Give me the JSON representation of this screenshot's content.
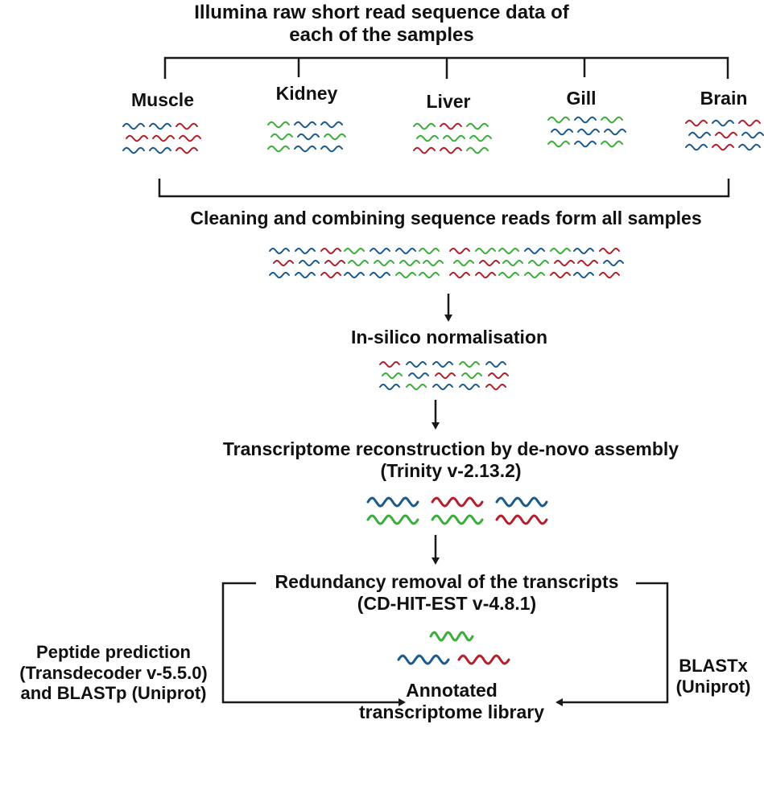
{
  "header": {
    "line1": "Illumina raw short read sequence data of",
    "line2": "each of the samples"
  },
  "samples": [
    {
      "label": "Muscle",
      "colors": [
        "blue",
        "blue",
        "red",
        "red",
        "red",
        "red",
        "blue",
        "blue",
        "red"
      ]
    },
    {
      "label": "Kidney",
      "colors": [
        "green",
        "blue",
        "blue",
        "green",
        "blue",
        "green",
        "green",
        "blue",
        "blue"
      ]
    },
    {
      "label": "Liver",
      "colors": [
        "green",
        "red",
        "green",
        "green",
        "green",
        "green",
        "red",
        "red",
        "green"
      ]
    },
    {
      "label": "Gill",
      "colors": [
        "green",
        "blue",
        "green",
        "blue",
        "blue",
        "blue",
        "green",
        "blue",
        "green"
      ]
    },
    {
      "label": "Brain",
      "colors": [
        "red",
        "blue",
        "red",
        "blue",
        "red",
        "blue",
        "blue",
        "red",
        "blue"
      ]
    }
  ],
  "steps": {
    "combine": "Cleaning  and combining sequence reads form all samples",
    "normalise": "In-silico normalisation",
    "assembly_line1": "Transcriptome reconstruction by de-novo assembly",
    "assembly_line2": "(Trinity v-2.13.2)",
    "redundancy_line1": "Redundancy removal of the transcripts",
    "redundancy_line2": "(CD-HIT-EST v-4.8.1)",
    "result_line1": "Annotated",
    "result_line2": "transcriptome library"
  },
  "side_left": {
    "line1": "Peptide prediction",
    "line2": "(Transdecoder v-5.5.0)",
    "line3": "and BLASTp (Uniprot)"
  },
  "side_right": {
    "line1": "BLASTx",
    "line2": "(Uniprot)"
  },
  "colors": {
    "blue": "#1c5a8c",
    "red": "#b3202b",
    "green": "#3aad3a",
    "line": "#1a1a1a"
  }
}
